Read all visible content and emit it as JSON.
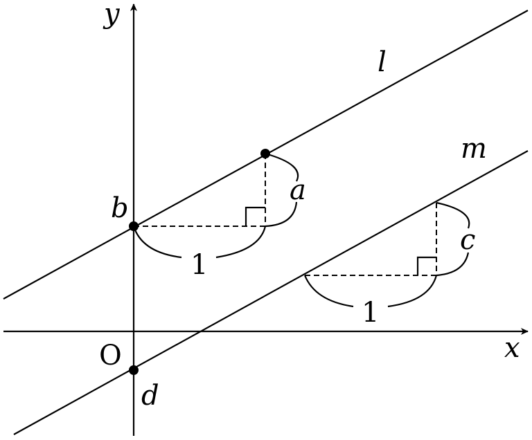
{
  "labels": {
    "y_axis": "y",
    "x_axis": "x",
    "origin": "O",
    "line_l": "l",
    "line_m": "m",
    "intercept_b": "b",
    "intercept_d": "d",
    "rise_a": "a",
    "rise_c": "c",
    "run_l": "1",
    "run_m": "1"
  }
}
